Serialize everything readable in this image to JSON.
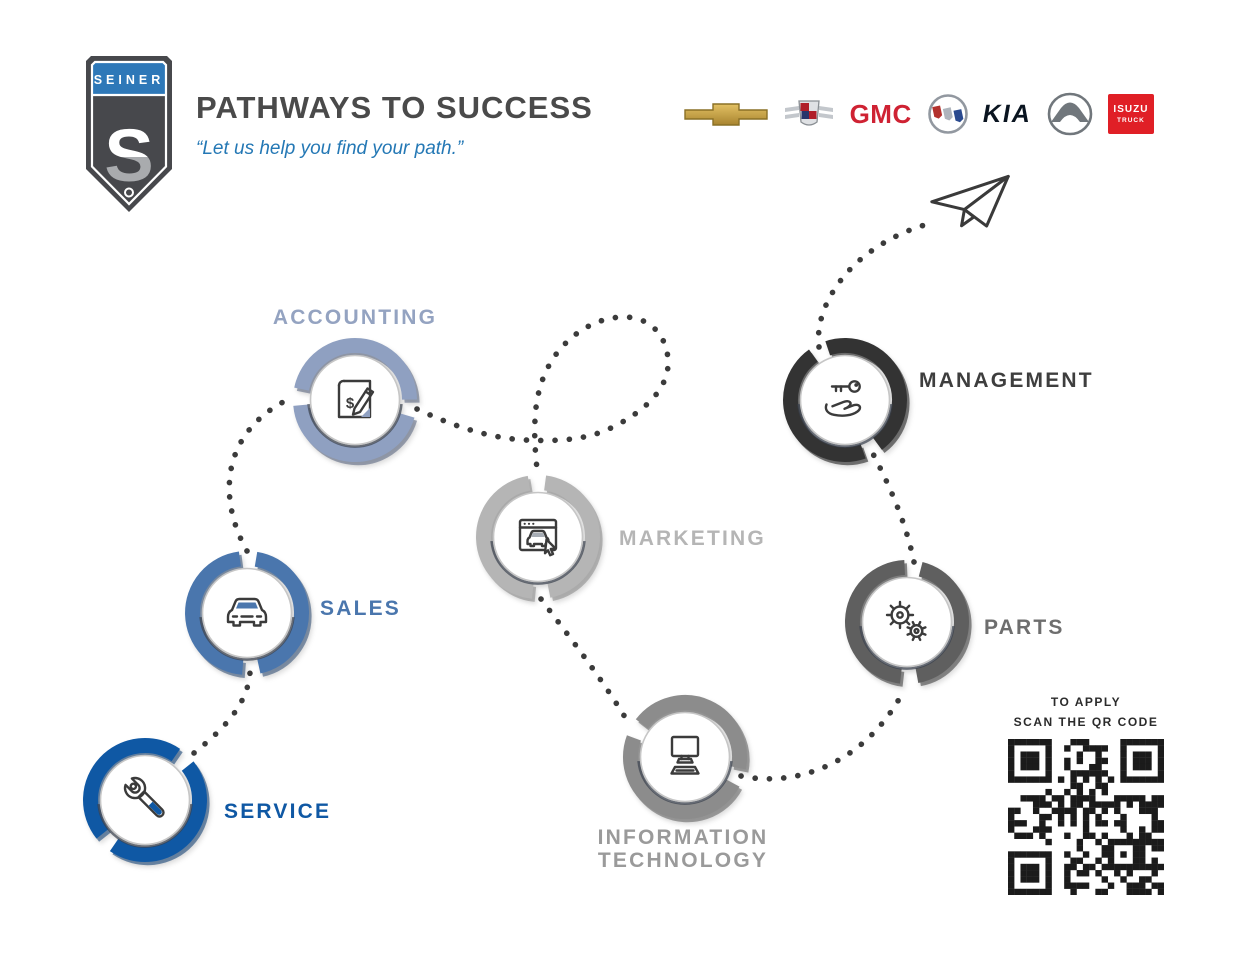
{
  "poster": {
    "brand_shield": {
      "brand": "SEINER",
      "monogram": "S"
    },
    "title": "PATHWAYS TO SUCCESS",
    "tagline": "“Let us help you find your path.”",
    "title_color": "#4a4a4a",
    "tagline_color": "#2478b5"
  },
  "brand_logos": [
    {
      "name": "chevrolet"
    },
    {
      "name": "cadillac"
    },
    {
      "name": "gmc",
      "label": "GMC"
    },
    {
      "name": "buick"
    },
    {
      "name": "kia",
      "label": "KIA"
    },
    {
      "name": "mazda"
    },
    {
      "name": "isuzu",
      "label": "ISUZU",
      "sublabel": "TRUCK"
    }
  ],
  "nodes": [
    {
      "id": "accounting",
      "label": "ACCOUNTING",
      "color": "#8fa0c1",
      "shade": "#55617d",
      "label_color": "#94a3c1",
      "icon": "accounting-ledger-pen-icon",
      "gaps": [
        177,
        352
      ]
    },
    {
      "id": "sales",
      "label": "SALES",
      "color": "#4a76ad",
      "shade": "#2b4a72",
      "label_color": "#4a76ad",
      "icon": "car-icon",
      "gaps": [
        89,
        274
      ]
    },
    {
      "id": "service",
      "label": "SERVICE",
      "color": "#0f58a4",
      "shade": "#083a70",
      "label_color": "#0f58a4",
      "icon": "wrench-icon",
      "gaps": [
        47,
        227
      ]
    },
    {
      "id": "marketing",
      "label": "MARKETING",
      "color": "#b5b5b5",
      "shade": "#878787",
      "label_color": "#b5b5b5",
      "icon": "browser-car-cursor-icon",
      "gaps": [
        91,
        273
      ]
    },
    {
      "id": "information-technology",
      "label": "INFORMATION",
      "label2": "TECHNOLOGY",
      "color": "#8c8c8c",
      "shade": "#5e5e5e",
      "label_color": "#9a9a9a",
      "icon": "computer-icon",
      "gaps": [
        151,
        340
      ]
    },
    {
      "id": "parts",
      "label": "PARTS",
      "color": "#5f5f5f",
      "shade": "#383838",
      "label_color": "#6e6e6e",
      "icon": "gears-icon",
      "gaps": [
        84,
        272
      ]
    },
    {
      "id": "management",
      "label": "MANAGEMENT",
      "color": "#333333",
      "shade": "#141414",
      "label_color": "#3e3e3e",
      "icon": "hand-key-icon",
      "gaps": [
        117,
        298
      ]
    }
  ],
  "apply": {
    "line1": "TO APPLY",
    "line2": "SCAN THE QR CODE"
  },
  "trail": {
    "dot_color": "#3b3b3b",
    "end_icon": "paper-airplane-icon"
  }
}
